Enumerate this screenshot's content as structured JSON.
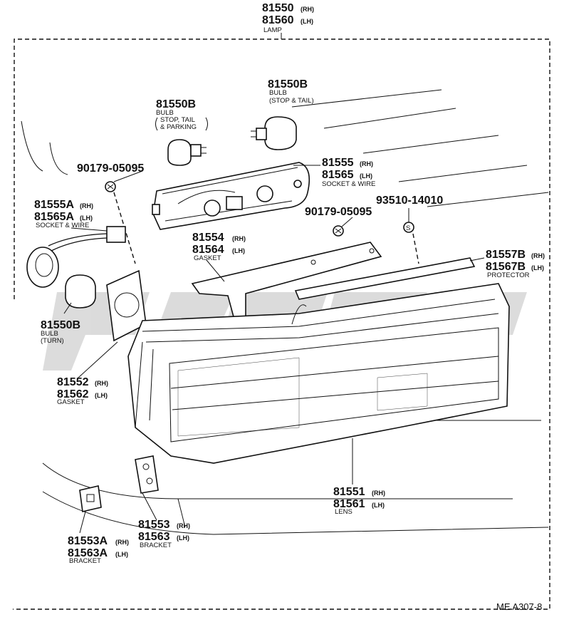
{
  "labels": {
    "lamp": {
      "rh": "81550",
      "rh_sfx": "(RH)",
      "lh": "81560",
      "lh_sfx": "(LH)",
      "name": "LAMP"
    },
    "bulb_stop_tail_parking": {
      "pn": "81550B",
      "name1": "BULB",
      "name2": "STOP, TAIL",
      "name3": "& PARKING"
    },
    "bulb_stop_tail": {
      "pn": "81550B",
      "name1": "BULB",
      "name2": "(STOP & TAIL)"
    },
    "screw_left": {
      "pn": "90179-05095"
    },
    "socket_wire_small": {
      "rh": "81555A",
      "rh_sfx": "(RH)",
      "lh": "81565A",
      "lh_sfx": "(LH)",
      "name": "SOCKET & WIRE"
    },
    "socket_wire_main": {
      "rh": "81555",
      "rh_sfx": "(RH)",
      "lh": "81565",
      "lh_sfx": "(LH)",
      "name": "SOCKET & WIRE"
    },
    "screw_right": {
      "pn": "90179-05095"
    },
    "clip": {
      "pn": "93510-14010"
    },
    "gasket_upper": {
      "rh": "81554",
      "rh_sfx": "(RH)",
      "lh": "81564",
      "lh_sfx": "(LH)",
      "name": "GASKET"
    },
    "protector": {
      "rh": "81557B",
      "rh_sfx": "(RH)",
      "lh": "81567B",
      "lh_sfx": "(LH)",
      "name": "PROTECTOR"
    },
    "bulb_turn": {
      "pn": "81550B",
      "name1": "BULB",
      "name2": "(TURN)"
    },
    "gasket_lower": {
      "rh": "81552",
      "rh_sfx": "(RH)",
      "lh": "81562",
      "lh_sfx": "(LH)",
      "name": "GASKET"
    },
    "lens": {
      "rh": "81551",
      "rh_sfx": "(RH)",
      "lh": "81561",
      "lh_sfx": "(LH)",
      "name": "LENS"
    },
    "bracket_inner": {
      "rh": "81553",
      "rh_sfx": "(RH)",
      "lh": "81563",
      "lh_sfx": "(LH)",
      "name": "BRACKET"
    },
    "bracket_outer": {
      "rh": "81553A",
      "rh_sfx": "(RH)",
      "lh": "81563A",
      "lh_sfx": "(LH)",
      "name": "BRACKET"
    }
  },
  "clip_symbol": "S",
  "drawing_code": "ME A307-8"
}
